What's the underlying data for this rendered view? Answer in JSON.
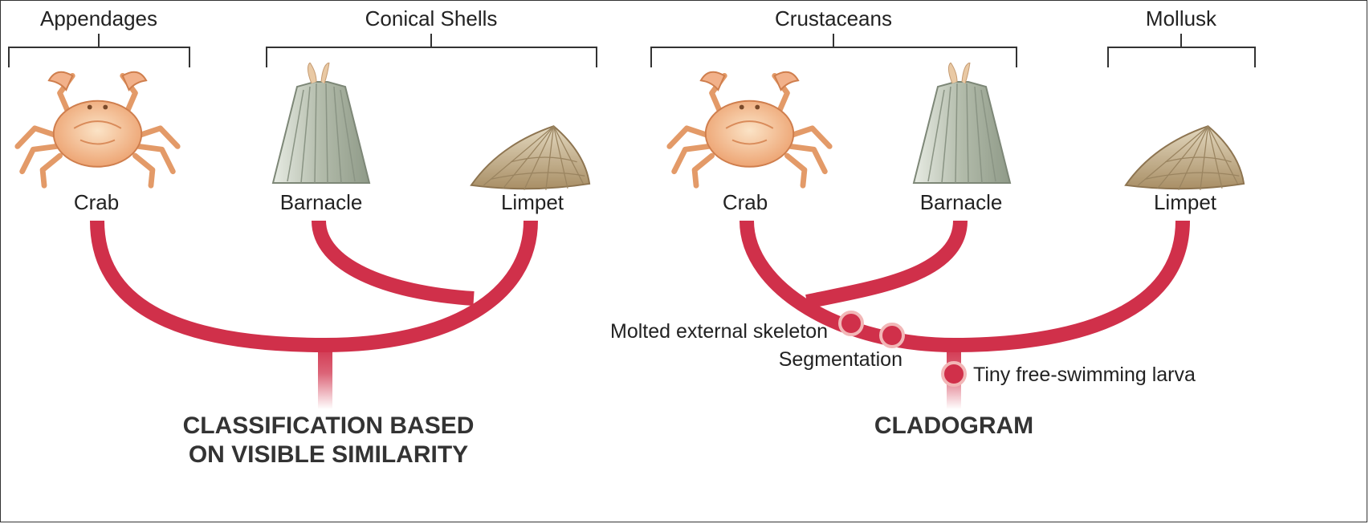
{
  "left_diagram": {
    "groups": [
      "Appendages",
      "Conical Shells"
    ],
    "organisms": [
      "Crab",
      "Barnacle",
      "Limpet"
    ],
    "title_lines": [
      "CLASSIFICATION BASED",
      "ON VISIBLE SIMILARITY"
    ]
  },
  "right_diagram": {
    "groups": [
      "Crustaceans",
      "Mollusk"
    ],
    "organisms": [
      "Crab",
      "Barnacle",
      "Limpet"
    ],
    "traits": [
      "Molted external skeleton",
      "Segmentation",
      "Tiny free-swimming larva"
    ],
    "title_lines": [
      "CLADOGRAM"
    ]
  },
  "colors": {
    "branch": "#d0304a",
    "trait_marker": "#d0304a",
    "marker_ring": "#f2b7b7",
    "crab": "#f0b48a",
    "barnacle": "#b9c1b2",
    "limpet": "#c7b38f"
  },
  "icons": [
    "crab-illustration",
    "barnacle-illustration",
    "limpet-illustration"
  ]
}
